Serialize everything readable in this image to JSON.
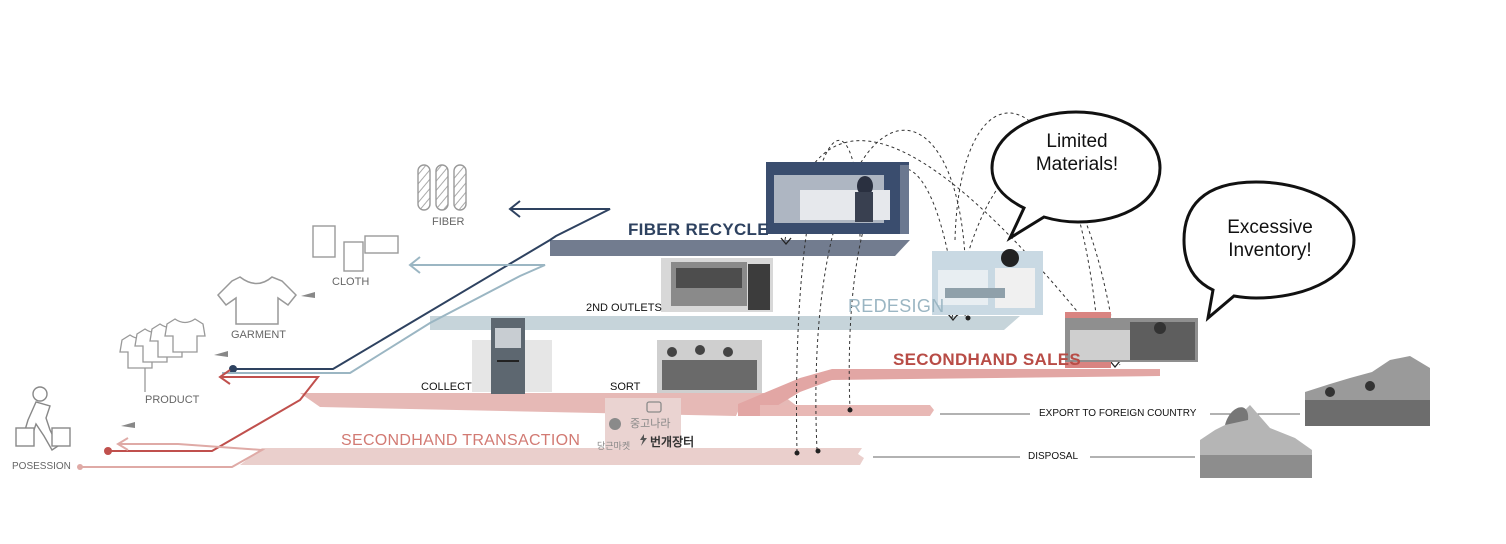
{
  "stages": {
    "fiber": "FIBER",
    "cloth": "CLOTH",
    "garment": "GARMENT",
    "product": "PRODUCT",
    "possession": "POSESSION"
  },
  "flows": {
    "fiber_recycle": "FIBER RECYCLE",
    "redesign": "REDESIGN",
    "secondhand_sales": "SECONDHAND SALES",
    "secondhand_transaction": "SECONDHAND TRANSACTION"
  },
  "steps": {
    "second_outlets": "2ND OUTLETS",
    "collect": "COLLECT",
    "sort": "SORT"
  },
  "outputs": {
    "export": "EXPORT TO FOREIGN COUNTRY",
    "disposal": "DISPOSAL"
  },
  "apps": {
    "app1": "당근마켓",
    "app2": "중고나라",
    "app3": "번개장터"
  },
  "bubbles": {
    "limited_line1": "Limited",
    "limited_line2": "Materials!",
    "excessive_line1": "Excessive",
    "excessive_line2": "Inventory!"
  },
  "colors": {
    "fiber_band": "#727c8f",
    "fiber_line": "#2e4260",
    "redesign_band": "#c6d4da",
    "redesign_line": "#9bb6c3",
    "sales_band": "#e2a6a4",
    "sales_text": "#b84c46",
    "collect_line": "#c0504d",
    "transaction_band": "#eacfcc",
    "transaction_text": "#d27a73"
  }
}
